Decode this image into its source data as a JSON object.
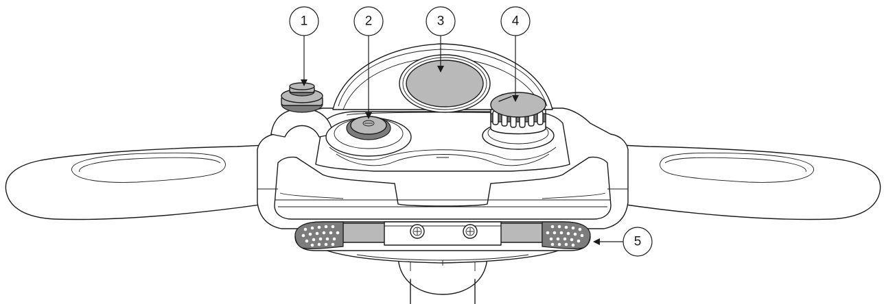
{
  "diagram": {
    "callouts": [
      {
        "label": "1",
        "part": "push-button"
      },
      {
        "label": "2",
        "part": "key-switch"
      },
      {
        "label": "3",
        "part": "display-panel"
      },
      {
        "label": "4",
        "part": "speed-dial"
      },
      {
        "label": "5",
        "part": "throttle-lever"
      }
    ]
  }
}
